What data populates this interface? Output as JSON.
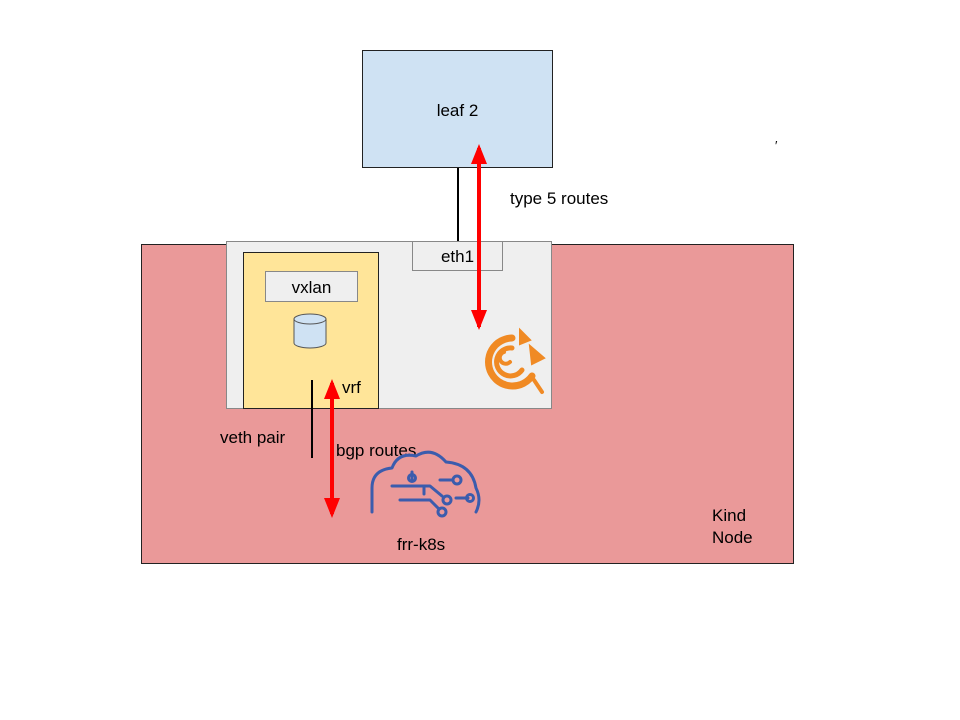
{
  "nodes": {
    "leaf": "leaf 2",
    "kind_node": [
      "Kind",
      "Node"
    ],
    "interface": "eth1",
    "vxlan": "vxlan",
    "vrf": "vrf",
    "veth": "veth pair",
    "frr": "frr-k8s"
  },
  "edges": {
    "type5": "type 5 routes",
    "bgp": "bgp routes"
  },
  "misc": {
    "stray_mark": "′"
  },
  "icons": {
    "database": "database-icon",
    "frr_logo": "frr-bird-logo-icon",
    "frr_k8s_logo": "frr-k8s-cloud-logo-icon"
  },
  "colors": {
    "leaf_fill": "#cfe2f3",
    "node_fill": "#ea9999",
    "vrf_fill": "#ffe599",
    "container_fill": "#efefef",
    "arrow": "#ff0000",
    "frr_orange": "#f08a24",
    "k8s_blue": "#3b5cad"
  }
}
